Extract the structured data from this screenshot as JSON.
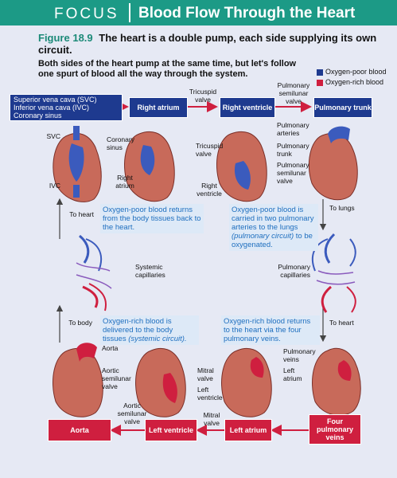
{
  "banner": {
    "focus": "FOCUS",
    "title": "Blood Flow Through the Heart"
  },
  "figure": {
    "number": "Figure 18.9",
    "caption": "The heart is a double pump, each side supplying its own circuit.",
    "subtitle": "Both sides of the heart pump at the same time, but let's follow one spurt of blood all the way through the system."
  },
  "legend": [
    {
      "label": "Oxygen-poor blood",
      "color": "#1e3a8f"
    },
    {
      "label": "Oxygen-rich blood",
      "color": "#cf1f3f"
    }
  ],
  "top_flow": {
    "source_lines": [
      "Superior vena cava (SVC)",
      "Inferior vena cava (IVC)",
      "Coronary sinus"
    ],
    "right_atrium": "Right atrium",
    "tricuspid_valve": "Tricuspid valve",
    "right_ventricle": "Right ventricle",
    "pulmonary_semilunar_valve": "Pulmonary semilunar valve",
    "pulmonary_trunk": "Pulmonary trunk"
  },
  "bottom_flow": {
    "aorta": "Aorta",
    "aortic_semilunar_valve": "Aortic semilunar valve",
    "left_ventricle": "Left ventricle",
    "mitral_valve": "Mitral valve",
    "left_atrium": "Left atrium",
    "four_pulmonary_veins": "Four pulmonary veins"
  },
  "heart_labels_top": {
    "svc": "SVC",
    "ivc": "IVC",
    "coronary_sinus": "Coronary sinus",
    "right_atrium": "Right atrium",
    "tricuspid_valve": "Tricuspid valve",
    "right_ventricle": "Right ventricle",
    "pulmonary_arteries": "Pulmonary arteries",
    "pulmonary_trunk": "Pulmonary trunk",
    "pulmonary_semilunar_valve": "Pulmonary semilunar valve"
  },
  "heart_labels_bottom": {
    "aorta": "Aorta",
    "aortic_semilunar_valve": "Aortic semilunar valve",
    "mitral_valve": "Mitral valve",
    "left_ventricle": "Left ventricle",
    "pulmonary_veins": "Pulmonary veins",
    "left_atrium": "Left atrium"
  },
  "circuit": {
    "to_heart_left": "To heart",
    "to_lungs": "To lungs",
    "to_body": "To body",
    "to_heart_right": "To heart",
    "systemic_capillaries": "Systemic capillaries",
    "pulmonary_capillaries": "Pulmonary capillaries"
  },
  "descriptions": {
    "systemic_return": "Oxygen-poor blood returns from the body tissues back to the heart.",
    "pulmonary_out": "Oxygen-poor blood is carried in two pulmonary arteries to the lungs",
    "pulmonary_out_term": "(pulmonary circuit)",
    "pulmonary_out_end": "to be oxygenated.",
    "systemic_out": "Oxygen-rich blood is delivered to the body tissues",
    "systemic_out_term": "(systemic circuit).",
    "pulmonary_return": "Oxygen-rich blood returns to the heart via the four pulmonary veins."
  }
}
